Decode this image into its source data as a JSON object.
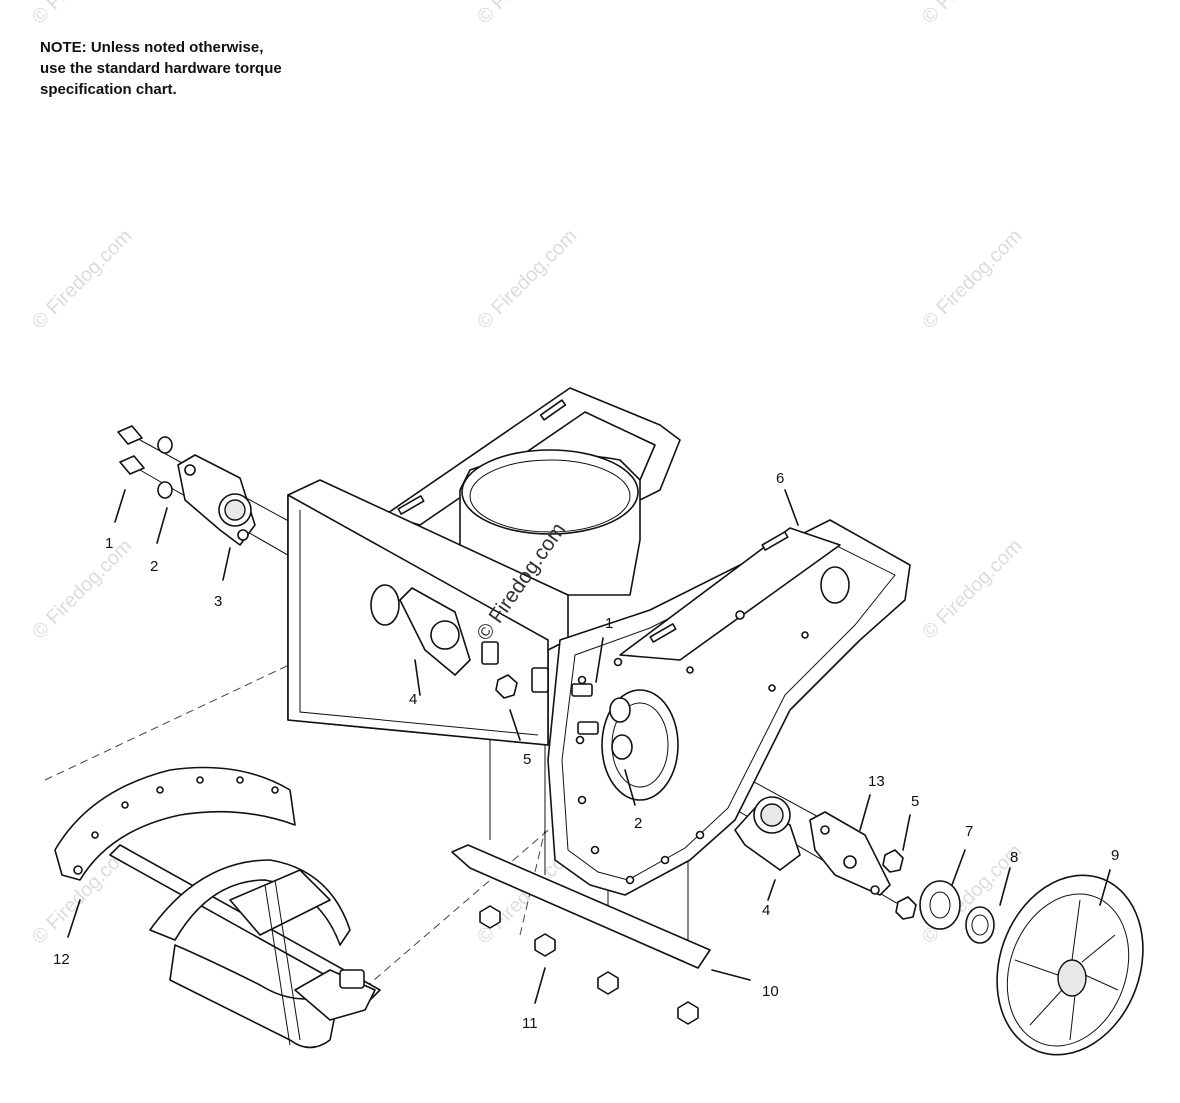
{
  "note": {
    "lines": [
      "NOTE: Unless noted otherwise,",
      "use the standard hardware torque",
      "specification chart."
    ]
  },
  "callouts": [
    "1",
    "2",
    "3",
    "4",
    "5",
    "1",
    "2",
    "6",
    "13",
    "5",
    "7",
    "8",
    "9",
    "4",
    "10",
    "11",
    "12"
  ],
  "watermark": {
    "text": "© Firedog.com",
    "center_text": "© Firedog.com"
  },
  "colors": {
    "line": "#111111",
    "watermark": "#dcdcdc",
    "background": "#ffffff"
  }
}
